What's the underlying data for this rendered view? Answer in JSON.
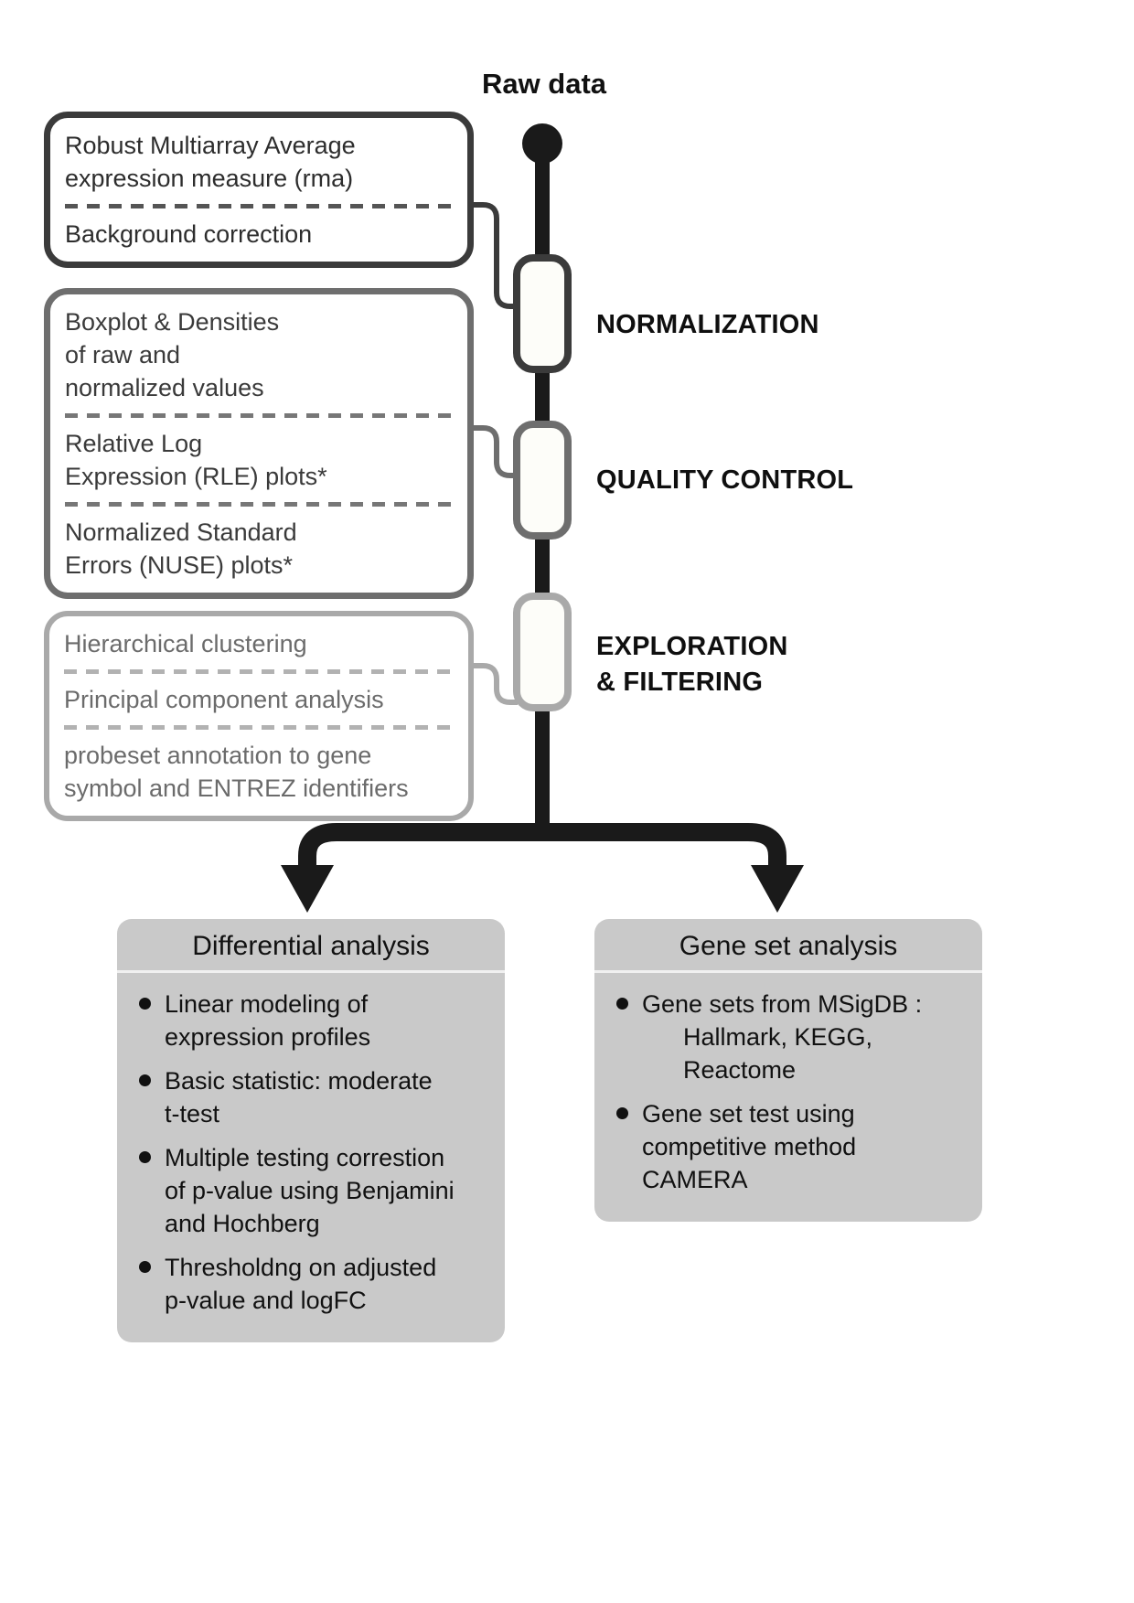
{
  "raw_data_label": "Raw data",
  "stages": [
    {
      "label": "NORMALIZATION",
      "items": [
        "Robust Multiarray Average\nexpression measure (rma)",
        "Background correction"
      ]
    },
    {
      "label": "QUALITY CONTROL",
      "items": [
        "Boxplot & Densities\nof raw and\nnormalized values",
        "Relative Log\nExpression (RLE) plots*",
        "Normalized Standard\nErrors (NUSE) plots*"
      ]
    },
    {
      "label": "EXPLORATION\n& FILTERING",
      "items": [
        "Hierarchical clustering",
        "Principal component analysis",
        "probeset annotation to gene\nsymbol and ENTREZ identifiers"
      ]
    }
  ],
  "outputs": [
    {
      "title": "Differential analysis",
      "bullets": [
        "Linear modeling of\nexpression profiles",
        "Basic statistic: moderate\nt-test",
        "Multiple testing correstion\nof p-value using Benjamini\nand Hochberg",
        "Thresholdng on adjusted\np-value and logFC"
      ]
    },
    {
      "title": "Gene set analysis",
      "bullets": [
        "Gene sets from MSigDB :\n      Hallmark, KEGG,\n      Reactome",
        "Gene set test using\ncompetitive method\nCAMERA"
      ]
    }
  ],
  "colors": {
    "spine": "#1a1a1a",
    "stage1_border": "#3b3b3b",
    "stage2_border": "#6e6e6e",
    "stage3_border": "#a9a9a9",
    "output_box_fill": "#c9c9c9",
    "text": "#1a1a1a"
  }
}
